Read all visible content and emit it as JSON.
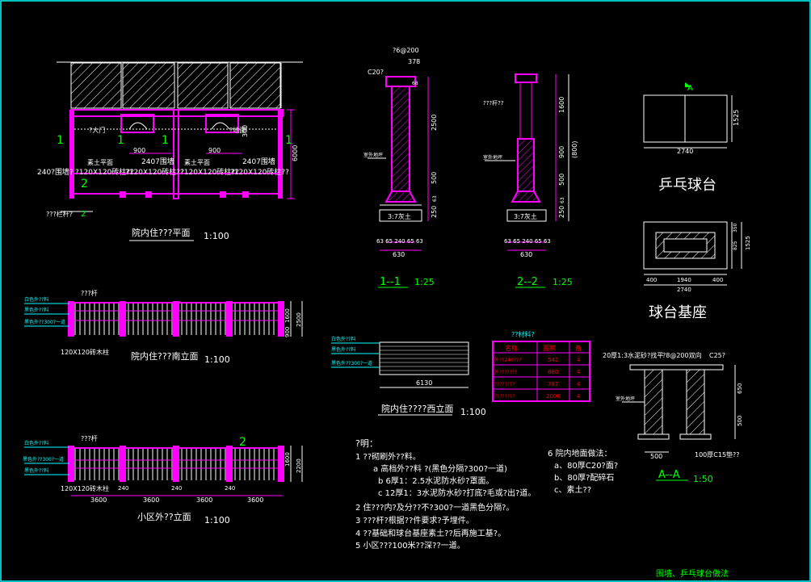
{
  "colors": {
    "background": "#000000",
    "frame": "#00ffff",
    "wall": "#ff00ff",
    "dim": "#ff00ff",
    "text": "#ffffff",
    "green": "#00ff00",
    "red": "#ff0000"
  },
  "plan": {
    "title": "院内住???平面",
    "scale": "1:100",
    "fence_label": "2407围墙",
    "fence_label2": "2407围墙",
    "col_label": "?120X120砖柱??",
    "col_label2": "?120X120砖柱??",
    "col_label3": "?120X120砖柱??",
    "col_label4": "?120X120砖柱??",
    "left_label": "240?围墙?",
    "bottom_label": "???栏杆?",
    "gate_label": "?大门",
    "gate_label2": "?地面",
    "dim_900a": "900",
    "dim_900b": "900",
    "dim_6000": "6000",
    "dim_300": "300",
    "soil_a": "素土平面",
    "soil_b": "素土平面",
    "num1a": "1",
    "num1b": "1",
    "num1c": "1",
    "num1d": "1",
    "num2": "2",
    "num2b": "2"
  },
  "south": {
    "title": "院内住???南立面",
    "scale": "1:100",
    "rail": "???杆",
    "leg1": "白色外??料",
    "leg2": "黑色外??料",
    "leg3": "黑色外??300?一道",
    "col": "120X120砖木柱",
    "dim1600": "1600",
    "dim900": "900",
    "dim2500": "2500"
  },
  "district": {
    "title": "小区外??立面",
    "scale": "1:100",
    "rail": "???杆",
    "leg1": "白色外??料",
    "leg2": "黑色外??300?一道",
    "leg3": "黑色外??料",
    "col": "120X120砖木柱",
    "d240a": "240",
    "d240b": "240",
    "d240c": "240",
    "d3600a": "3600",
    "d3600b": "3600",
    "d3600c": "3600",
    "d3600d": "3600",
    "dim1600": "1600",
    "dim2200": "2200",
    "num2": "2"
  },
  "sec11": {
    "title": "1--1",
    "scale": "1:25",
    "top": "?6@200",
    "d378": "378",
    "c20": "C20?",
    "d2500": "2500",
    "d500": "500",
    "d250": "250",
    "d63": "63",
    "soil": "3:7灰土",
    "ground": "室外地坪",
    "bot": "63 65 240 65 63",
    "d630": "630",
    "d68": "68"
  },
  "sec22": {
    "title": "2--2",
    "scale": "1:25",
    "rail": "???杆??",
    "d1600": "1600",
    "d900": "900",
    "d800": "(800)",
    "d500": "500",
    "d250": "250",
    "d63": "63",
    "soil": "3:7灰土",
    "ground": "室外地坪",
    "bot": "63 65 240 65 63",
    "d630": "630"
  },
  "west": {
    "title": "院内住????西立面",
    "scale": "1:100",
    "leg1": "白色外??料",
    "leg2": "黑色外??料",
    "leg3": "黑色外??300?一道",
    "d6130": "6130"
  },
  "table": {
    "title": "??材料?",
    "headers": [
      "名称",
      "面积",
      "备"
    ],
    "rows": [
      [
        "外??240???",
        "542",
        "4"
      ],
      [
        "外???????",
        "680",
        "4"
      ],
      [
        "????????",
        "787",
        "4"
      ],
      [
        "????????",
        "2000",
        "4"
      ]
    ]
  },
  "tt": {
    "title": "乒乓球台",
    "base_title": "球台基座",
    "a": "A",
    "d2740": "2740",
    "d1525": "1525",
    "b400a": "400",
    "b1940": "1940",
    "b400b": "400",
    "b2740": "2740",
    "b1525": "1525",
    "b825": "825",
    "b350": "350"
  },
  "aa": {
    "title": "A--A",
    "scale": "1:50",
    "top": "20厚1:3水泥砂?找平",
    "rebar": "?8@200双向",
    "c25": "C25?",
    "ground": "室外地坪",
    "d650": "650",
    "d500h": "500",
    "d500w": "500",
    "foot": "100厚C15垫??"
  },
  "notes": {
    "head": "?明：",
    "l1": "1  ??砌刷外??料。",
    "l1a": "a  高档外??料 ?(黑色分隔?300?一道)",
    "l1b": "b  6厚1：2.5水泥防水砂?罩面。",
    "l1c": "c  12厚1：3水泥防水砂?打底?毛或?出?道。",
    "l2": "2  住???内?及分??不?300?一道黑色分隔?。",
    "l3": "3  ???杆?根据??件要求?予埋件。",
    "l4": "4  ??基础和球台基座素土??后再施工基?。",
    "l5": "5  小区???100米??深??一道。",
    "l6": "6  院内地面做法：",
    "l6a": "a、80厚C20?面?",
    "l6b": "b、80厚?配碎石",
    "l6c": "c、素土??"
  },
  "footer": "围墙、乒乓球台做法"
}
